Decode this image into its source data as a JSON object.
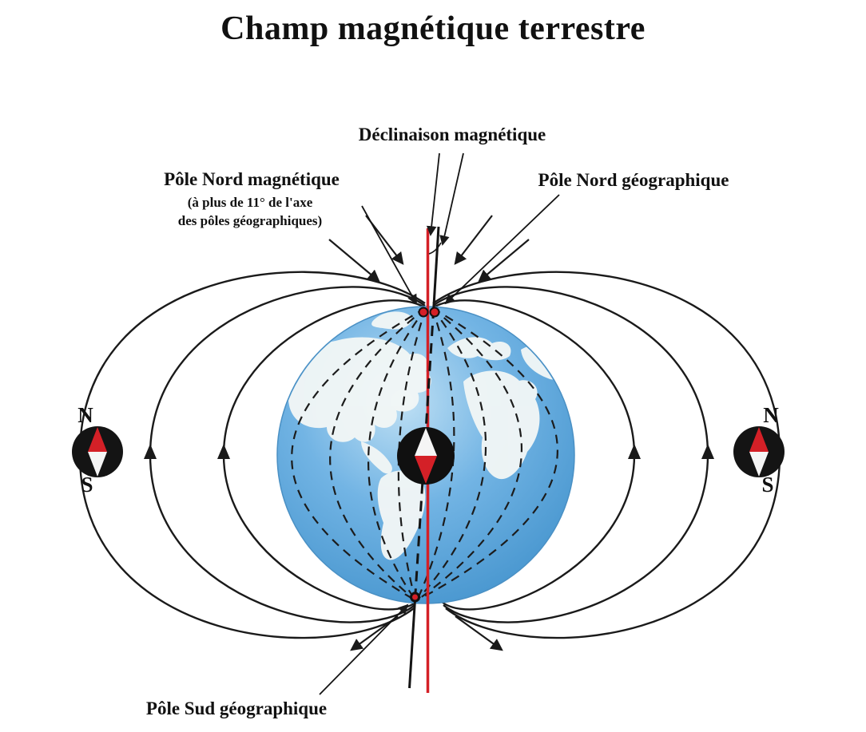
{
  "title": "Champ magnétique terrestre",
  "annotations": {
    "declination": "Déclinaison magnétique",
    "north_magnetic": "Pôle Nord magnétique",
    "north_magnetic_note_line1": "(à plus de 11° de l'axe",
    "north_magnetic_note_line2": "des pôles géographiques)",
    "north_geographic": "Pôle Nord géographique",
    "south_geographic": "Pôle Sud géographique"
  },
  "compass_left": {
    "north": "N",
    "south": "S"
  },
  "compass_right": {
    "north": "N",
    "south": "S"
  },
  "colors": {
    "magnetic_axis_red": "#d42027",
    "needle_red": "#d42027",
    "field_line_black": "#1a1a1a",
    "ocean_blue": "#5fa8dc",
    "land_light": "#f3f7f6"
  }
}
